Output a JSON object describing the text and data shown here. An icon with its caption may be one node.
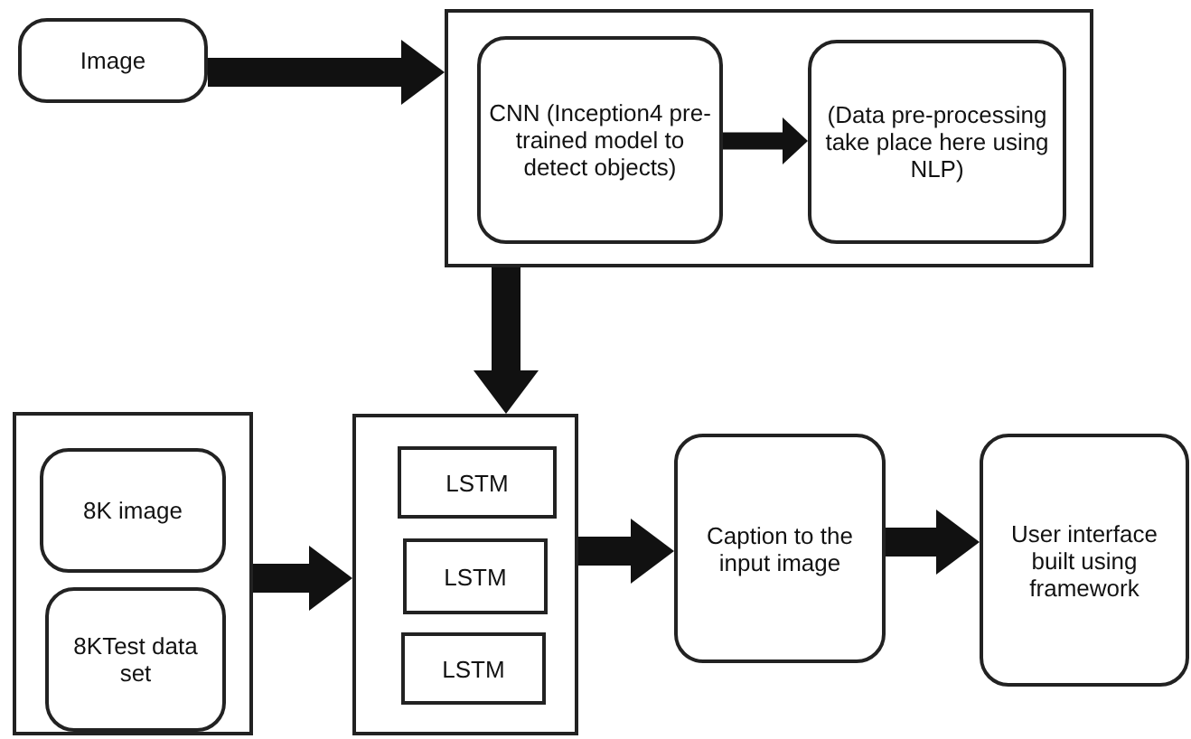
{
  "diagram": {
    "nodes": [
      {
        "text": [
          "Image"
        ]
      },
      {
        "text": [],
        "shape": "box"
      },
      {
        "text": [
          "CNN (Inception4 pre-trained model to detect objects)"
        ],
        "in": 1
      },
      {
        "text": [
          "(Data pre-processing take place here using NLP)"
        ],
        "in": 1
      },
      {
        "text": [],
        "shape": "box"
      },
      {
        "text": [
          "8K image"
        ],
        "in": 4
      },
      {
        "text": [
          "8KTest data set"
        ],
        "in": 4
      },
      {
        "text": [],
        "shape": "box"
      },
      {
        "text": [
          "LSTM"
        ],
        "in": 7
      },
      {
        "text": [
          "LSTM"
        ],
        "in": 7
      },
      {
        "text": [
          "LSTM"
        ],
        "in": 7
      },
      {
        "text": [
          "Caption to the input image"
        ]
      },
      {
        "text": [
          "User interface built using framework"
        ]
      }
    ],
    "edges": [
      {
        "from": 0,
        "to": 1,
        "arrow": "to"
      },
      {
        "from": 2,
        "to": 3,
        "arrow": "to"
      },
      {
        "from": 1,
        "to": 7,
        "arrow": "to"
      },
      {
        "from": 4,
        "to": 7,
        "arrow": "to"
      },
      {
        "from": 7,
        "to": 11,
        "arrow": "to"
      },
      {
        "from": 11,
        "to": 12,
        "arrow": "to"
      }
    ]
  }
}
